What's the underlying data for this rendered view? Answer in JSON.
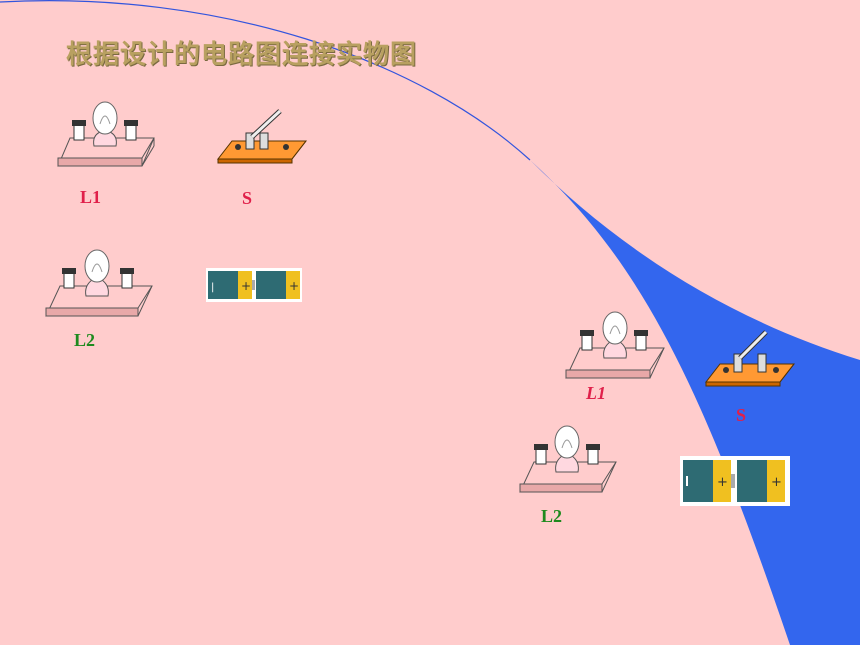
{
  "title": "根据设计的电路图连接实物图",
  "labels": {
    "l1_left": "L1",
    "s_left": "S",
    "l2_left": "L2",
    "l1_right": "L1",
    "s_right": "S",
    "l2_right": "L2"
  },
  "colors": {
    "background": "#ffcccc",
    "sweep": "#3366ee",
    "title": "#b8a060",
    "label_red": "#e0204a",
    "label_green": "#1e8a1e",
    "switch_base": "#ff9933",
    "battery_body": "#2e6b73",
    "battery_cap": "#f0c020"
  }
}
